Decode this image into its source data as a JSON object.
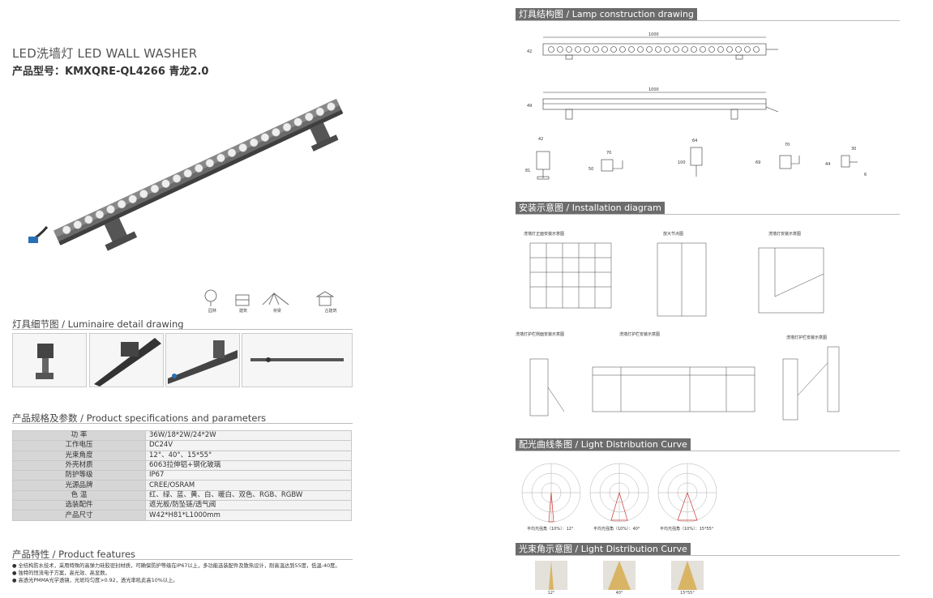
{
  "left": {
    "title_line1": "LED洗墙灯  LED WALL WASHER",
    "title_line2": "产品型号：KMXQRE-QL4266 青龙2.0",
    "app_icons": [
      "园林",
      "建筑",
      "桥梁",
      "古建筑"
    ],
    "detail_heading": "灯具细节图 / Luminaire detail drawing",
    "spec_heading": "产品规格及参数 / Product specifications and parameters",
    "specs": [
      {
        "k": "功      率",
        "v": "36W/18*2W/24*2W"
      },
      {
        "k": "工作电压",
        "v": "DC24V"
      },
      {
        "k": "光束角度",
        "v": "12°、40°、15*55°"
      },
      {
        "k": "外壳材质",
        "v": "6063拉伸铝+钢化玻璃"
      },
      {
        "k": "防护等级",
        "v": "IP67"
      },
      {
        "k": "光源品牌",
        "v": "CREE/OSRAM"
      },
      {
        "k": "色      温",
        "v": "红、绿、蓝、黄、白、暖白、双色、RGB、RGBW"
      },
      {
        "k": "选装配件",
        "v": "遮光板/防坠链/透气阀"
      },
      {
        "k": "产品尺寸",
        "v": "W42*H81*L1000mm"
      }
    ],
    "features_heading": "产品特性 / Product features",
    "features": [
      "● 全结构防水技术，采用特殊的高弹力硅胶密封材质，可确保防护等级在IP67以上，多功能选装配件及散热设计，耐高温达到55度，低温-40度。",
      "● 独特的恒流电子方案，高光效、高显数。",
      "● 高透光PMMA光学透镜，光斑均匀度>0.92，透光率吼此高10%以上。"
    ]
  },
  "right": {
    "construction_heading": "灯具结构图 / Lamp construction drawing",
    "dims": {
      "len1": "1000",
      "h1": "42",
      "len2": "1000",
      "h2": "49",
      "w_a": "42",
      "h_a": "81",
      "w_b": "70",
      "h_b": "50",
      "w_c": "64",
      "h_c": "100",
      "w_d": "70",
      "h_d": "69",
      "w_e": "30",
      "h_e": "44",
      "e_small": "6"
    },
    "install_heading": "安装示意图 / Installation diagram",
    "install_labels": [
      "洗墙灯正面安装示意图",
      "放大节点图",
      "洗墙灯安装示意图",
      "洗墙灯护栏侧面安装示意图",
      "洗墙灯护栏安装示意图",
      "洗墙灯护栏安装示意图"
    ],
    "light_heading": "配光曲线条图 / Light Distribution Curve",
    "curves": [
      "平均光强角（10%）：12°",
      "平均光强角（10%）：40°",
      "平均光强角（10%）：15*55°"
    ],
    "beam_heading": "光束角示意图 / Light Distribution Curve",
    "beams": [
      "12°",
      "40°",
      "15*55°"
    ]
  }
}
